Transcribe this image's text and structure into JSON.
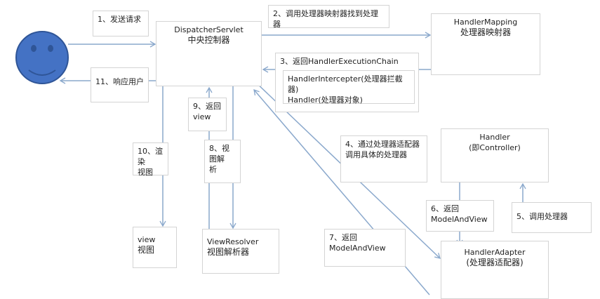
{
  "user": {
    "icon": "smiley-face-icon",
    "color": "#4472c4"
  },
  "dispatcher": {
    "title": "DispatcherServlet",
    "subtitle": "中央控制器"
  },
  "handler_mapping": {
    "title": "HandlerMapping",
    "subtitle": "处理器映射器"
  },
  "handler": {
    "title": "Handler",
    "subtitle": "(即Controller)"
  },
  "handler_adapter": {
    "title": "HandlerAdapter",
    "subtitle": "(处理器适配器)"
  },
  "view_resolver": {
    "title": "ViewResolver",
    "subtitle": "视图解析器"
  },
  "view": {
    "title": "view",
    "subtitle": "视图"
  },
  "steps": {
    "s1": "1、发送请求",
    "s2": "2、调用处理器映射器找到处理器",
    "s3": "3、返回HandlerExecutionChain",
    "s3_line1": "HandlerIntercepter(处理器拦截器)",
    "s3_line2": "Handler(处理器对象)",
    "s4a": "4、通过处理器适配器",
    "s4b": "调用具体的处理器",
    "s5": "5、调用处理器",
    "s6a": "6、返回",
    "s6b": "ModelAndView",
    "s7a": "7、返回",
    "s7b": "ModelAndView",
    "s8a": "8、视图解",
    "s8b": "析",
    "s9a": "9、返回",
    "s9b": "view",
    "s10a": "10、渲染",
    "s10b": "视图",
    "s11": "11、响应用户"
  },
  "colors": {
    "arrow": "#8aa8cc",
    "face": "#4472c4",
    "face_outline": "#2f5597"
  }
}
